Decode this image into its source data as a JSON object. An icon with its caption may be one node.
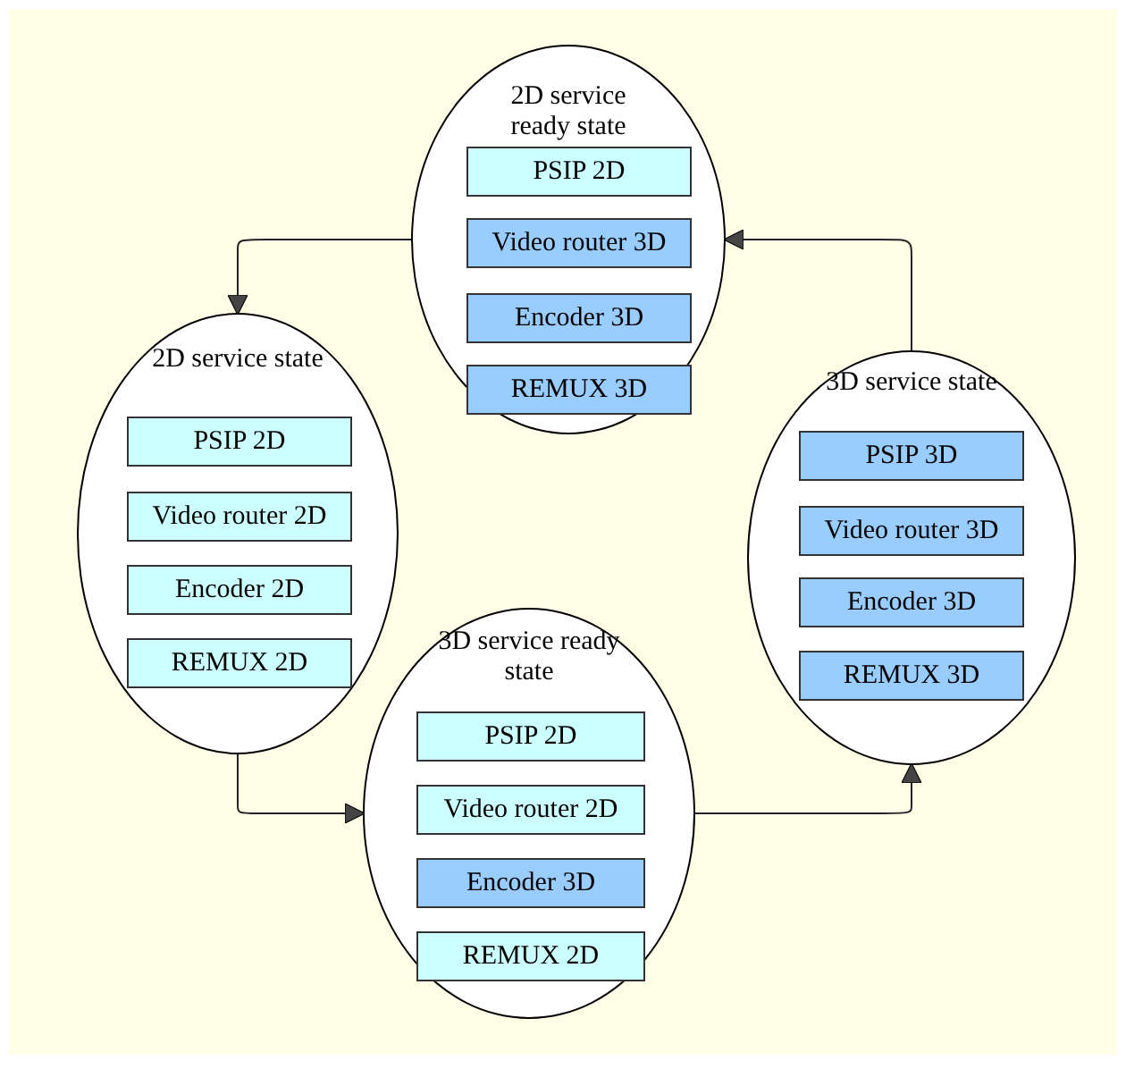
{
  "diagram": {
    "nodes": [
      {
        "text": [
          "2D service ready state"
        ]
      },
      {
        "text": [
          "PSIP 2D"
        ],
        "in": 0
      },
      {
        "text": [
          "Video router 3D"
        ],
        "in": 0
      },
      {
        "text": [
          "Encoder 3D"
        ],
        "in": 0
      },
      {
        "text": [
          "REMUX 3D"
        ],
        "in": 0
      },
      {
        "text": [
          "2D service state"
        ]
      },
      {
        "text": [
          "PSIP 2D"
        ],
        "in": 5
      },
      {
        "text": [
          "Video router 2D"
        ],
        "in": 5
      },
      {
        "text": [
          "Encoder 2D"
        ],
        "in": 5
      },
      {
        "text": [
          "REMUX 2D"
        ],
        "in": 5
      },
      {
        "text": [
          "3D service state"
        ]
      },
      {
        "text": [
          "PSIP 3D"
        ],
        "in": 10
      },
      {
        "text": [
          "Video router 3D"
        ],
        "in": 10
      },
      {
        "text": [
          "Encoder 3D"
        ],
        "in": 10
      },
      {
        "text": [
          "REMUX 3D"
        ],
        "in": 10
      },
      {
        "text": [
          "3D service ready state"
        ]
      },
      {
        "text": [
          "PSIP 2D"
        ],
        "in": 15
      },
      {
        "text": [
          "Video router 2D"
        ],
        "in": 15
      },
      {
        "text": [
          "Encoder 3D"
        ],
        "in": 15
      },
      {
        "text": [
          "REMUX 2D"
        ],
        "in": 15
      }
    ],
    "edges": [
      {
        "from": 0,
        "to": 5,
        "arrow": "to"
      },
      {
        "from": 5,
        "to": 15,
        "arrow": "to"
      },
      {
        "from": 15,
        "to": 10,
        "arrow": "to"
      },
      {
        "from": 10,
        "to": 0,
        "arrow": "to"
      }
    ]
  }
}
